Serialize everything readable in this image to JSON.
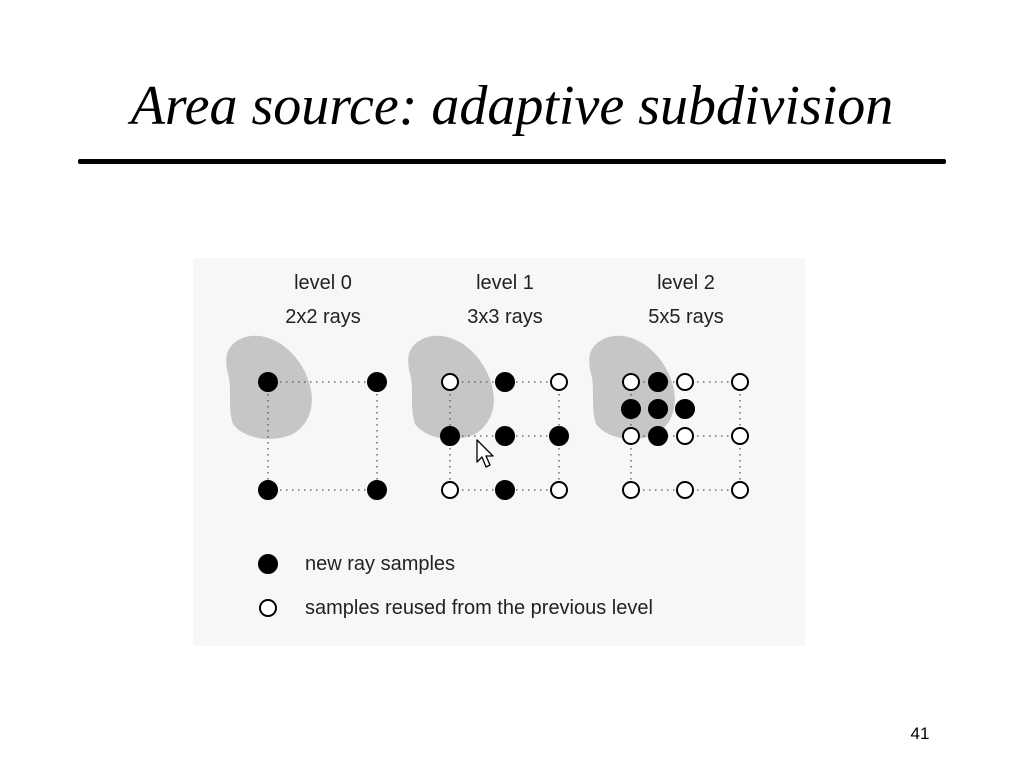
{
  "slide": {
    "title": "Area source: adaptive subdivision",
    "page_number": "41"
  },
  "figure": {
    "levels": [
      {
        "name": "level 0",
        "rays": "2x2 rays"
      },
      {
        "name": "level 1",
        "rays": "3x3 rays"
      },
      {
        "name": "level 2",
        "rays": "5x5 rays"
      }
    ],
    "legend": {
      "new_samples": "new ray samples",
      "reused_samples": "samples reused from the previous level"
    },
    "colors": {
      "area_source": "#c6c6c6",
      "sample_fill_new": "#000000",
      "sample_fill_reused": "#ffffff",
      "background": "#f7f7f7"
    },
    "icons": {
      "cursor": "arrow-cursor-icon"
    }
  }
}
